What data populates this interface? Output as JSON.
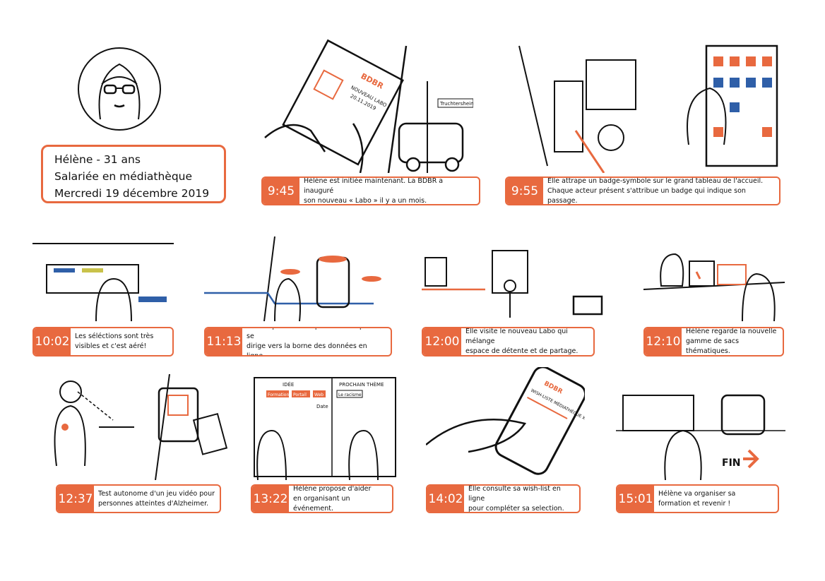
{
  "persona": {
    "name_age": "Hélène - 31 ans",
    "job": "Salariée en médiathèque",
    "date": "Mercredi 19 décembre 2019"
  },
  "colors": {
    "accent": "#e8693f",
    "ink": "#111111",
    "blue": "#2f5fa8"
  },
  "illustration_text": {
    "flyer_brand": "BDBR",
    "flyer_title": "NOUVEAU LABO",
    "flyer_date": "20.11.2019",
    "street_sign": "Truchtersheim",
    "board_idea": "IDÉE",
    "board_next": "PROCHAIN THÈME",
    "board_tags": [
      "Formation",
      "Portail",
      "Web"
    ],
    "board_theme": "Le racisme",
    "board_date": "Date",
    "phone_title": "WISH-LISTE MÉDIATHÈQUE X",
    "end_label": "FIN"
  },
  "steps": [
    {
      "time": "9:45",
      "line1": "Hélène est initiée maintenant. La BDBR a inauguré",
      "line2": "son nouveau « Labo » il y a un mois."
    },
    {
      "time": "9:55",
      "line1": "Elle attrape un badge-symbole sur le grand tableau de l'accueil.",
      "line2": "Chaque acteur présent s'attribue un badge qui indique son passage."
    },
    {
      "time": "10:02",
      "line1": "Les séléctions sont très",
      "line2": "visibles et c'est aéré!"
    },
    {
      "time": "11:13",
      "line1": "Hélène parcours l'espace numérique et se",
      "line2": "dirige vers la borne des données en ligne."
    },
    {
      "time": "12:00",
      "line1": "Elle visite le nouveau Labo qui mélange",
      "line2": "espace de détente et de partage."
    },
    {
      "time": "12:10",
      "line1": "Hélène regarde la nouvelle",
      "line2": "gamme de sacs thématiques."
    },
    {
      "time": "12:37",
      "line1": "Test autonome d'un jeu vidéo pour",
      "line2": "personnes atteintes d'Alzheimer."
    },
    {
      "time": "13:22",
      "line1": "Hélène propose d'aider",
      "line2": "en organisant un événement."
    },
    {
      "time": "14:02",
      "line1": "Elle consulte sa wish-list en ligne",
      "line2": "pour compléter sa selection."
    },
    {
      "time": "15:01",
      "line1": "Hélène va organiser sa",
      "line2": "formation et revenir !"
    }
  ]
}
